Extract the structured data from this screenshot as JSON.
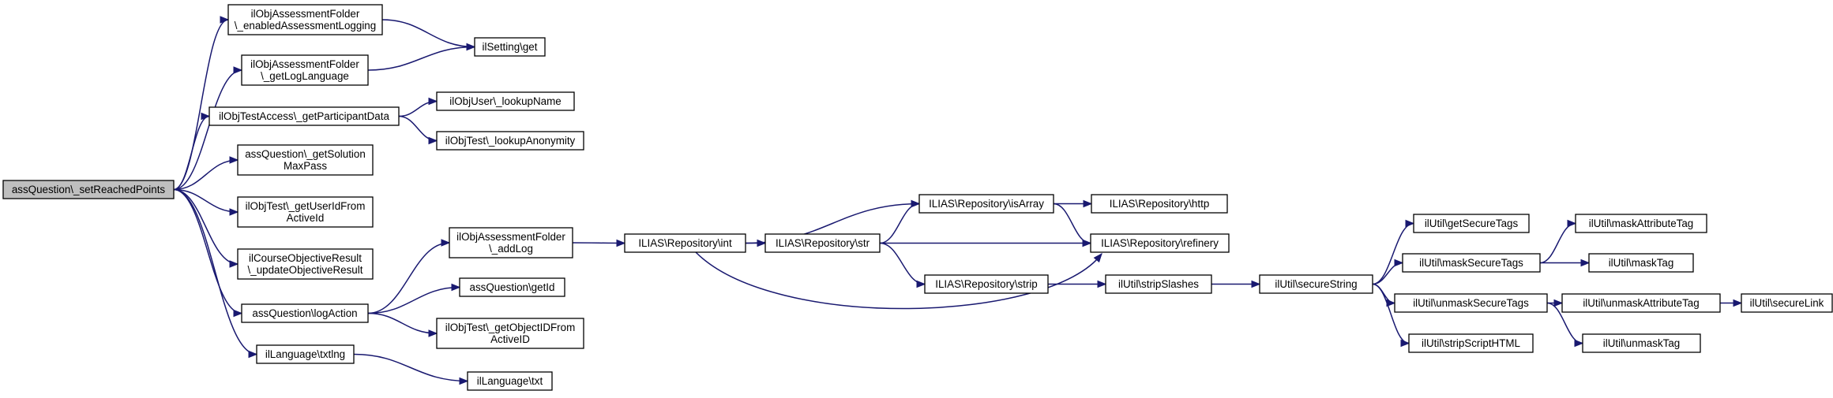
{
  "graph": {
    "nodes": [
      {
        "id": "root",
        "lines": [
          "assQuestion\\_setReachedPoints"
        ],
        "root": true
      },
      {
        "id": "n1",
        "lines": [
          "ilObjAssessmentFolder",
          "\\_enabledAssessmentLogging"
        ]
      },
      {
        "id": "n2",
        "lines": [
          "ilObjAssessmentFolder",
          "\\_getLogLanguage"
        ]
      },
      {
        "id": "n3",
        "lines": [
          "ilObjTestAccess\\_getParticipantData"
        ]
      },
      {
        "id": "n4",
        "lines": [
          "assQuestion\\_getSolution",
          "MaxPass"
        ]
      },
      {
        "id": "n5",
        "lines": [
          "ilObjTest\\_getUserIdFrom",
          "ActiveId"
        ]
      },
      {
        "id": "n6",
        "lines": [
          "ilCourseObjectiveResult",
          "\\_updateObjectiveResult"
        ]
      },
      {
        "id": "n7",
        "lines": [
          "assQuestion\\logAction"
        ]
      },
      {
        "id": "n8",
        "lines": [
          "ilLanguage\\txtlng"
        ]
      },
      {
        "id": "n9",
        "lines": [
          "ilSetting\\get"
        ]
      },
      {
        "id": "n10",
        "lines": [
          "ilObjUser\\_lookupName"
        ]
      },
      {
        "id": "n11",
        "lines": [
          "ilObjTest\\_lookupAnonymity"
        ]
      },
      {
        "id": "n12",
        "lines": [
          "ilObjAssessmentFolder",
          "\\_addLog"
        ]
      },
      {
        "id": "n13",
        "lines": [
          "assQuestion\\getId"
        ]
      },
      {
        "id": "n14",
        "lines": [
          "ilObjTest\\_getObjectIDFrom",
          "ActiveID"
        ]
      },
      {
        "id": "n15",
        "lines": [
          "ilLanguage\\txt"
        ]
      },
      {
        "id": "n16",
        "lines": [
          "ILIAS\\Repository\\int"
        ]
      },
      {
        "id": "n17",
        "lines": [
          "ILIAS\\Repository\\str"
        ]
      },
      {
        "id": "n18",
        "lines": [
          "ILIAS\\Repository\\isArray"
        ]
      },
      {
        "id": "n19",
        "lines": [
          "ILIAS\\Repository\\strip"
        ]
      },
      {
        "id": "n20",
        "lines": [
          "ILIAS\\Repository\\http"
        ]
      },
      {
        "id": "n21",
        "lines": [
          "ILIAS\\Repository\\refinery"
        ]
      },
      {
        "id": "n22",
        "lines": [
          "ilUtil\\stripSlashes"
        ]
      },
      {
        "id": "n23",
        "lines": [
          "ilUtil\\secureString"
        ]
      },
      {
        "id": "n24",
        "lines": [
          "ilUtil\\getSecureTags"
        ]
      },
      {
        "id": "n25",
        "lines": [
          "ilUtil\\maskSecureTags"
        ]
      },
      {
        "id": "n26",
        "lines": [
          "ilUtil\\unmaskSecureTags"
        ]
      },
      {
        "id": "n27",
        "lines": [
          "ilUtil\\stripScriptHTML"
        ]
      },
      {
        "id": "n28",
        "lines": [
          "ilUtil\\maskAttributeTag"
        ]
      },
      {
        "id": "n29",
        "lines": [
          "ilUtil\\maskTag"
        ]
      },
      {
        "id": "n30",
        "lines": [
          "ilUtil\\unmaskAttributeTag"
        ]
      },
      {
        "id": "n31",
        "lines": [
          "ilUtil\\unmaskTag"
        ]
      },
      {
        "id": "n32",
        "lines": [
          "ilUtil\\secureLink"
        ]
      }
    ],
    "edges": [
      {
        "from": "root",
        "to": "n1"
      },
      {
        "from": "root",
        "to": "n2"
      },
      {
        "from": "root",
        "to": "n3"
      },
      {
        "from": "root",
        "to": "n4"
      },
      {
        "from": "root",
        "to": "n5"
      },
      {
        "from": "root",
        "to": "n6"
      },
      {
        "from": "root",
        "to": "n7"
      },
      {
        "from": "root",
        "to": "n8"
      },
      {
        "from": "n1",
        "to": "n9"
      },
      {
        "from": "n2",
        "to": "n9"
      },
      {
        "from": "n3",
        "to": "n10"
      },
      {
        "from": "n3",
        "to": "n11"
      },
      {
        "from": "n7",
        "to": "n12"
      },
      {
        "from": "n7",
        "to": "n13"
      },
      {
        "from": "n7",
        "to": "n14"
      },
      {
        "from": "n8",
        "to": "n15"
      },
      {
        "from": "n12",
        "to": "n16"
      },
      {
        "from": "n16",
        "to": "n17"
      },
      {
        "from": "n16",
        "to": "n18"
      },
      {
        "from": "n16",
        "to": "n21"
      },
      {
        "from": "n17",
        "to": "n18"
      },
      {
        "from": "n17",
        "to": "n19"
      },
      {
        "from": "n17",
        "to": "n21"
      },
      {
        "from": "n18",
        "to": "n20"
      },
      {
        "from": "n18",
        "to": "n21"
      },
      {
        "from": "n19",
        "to": "n22"
      },
      {
        "from": "n22",
        "to": "n23"
      },
      {
        "from": "n23",
        "to": "n24"
      },
      {
        "from": "n23",
        "to": "n25"
      },
      {
        "from": "n23",
        "to": "n26"
      },
      {
        "from": "n23",
        "to": "n27"
      },
      {
        "from": "n25",
        "to": "n28"
      },
      {
        "from": "n25",
        "to": "n29"
      },
      {
        "from": "n26",
        "to": "n30"
      },
      {
        "from": "n26",
        "to": "n31"
      },
      {
        "from": "n30",
        "to": "n32"
      }
    ]
  }
}
